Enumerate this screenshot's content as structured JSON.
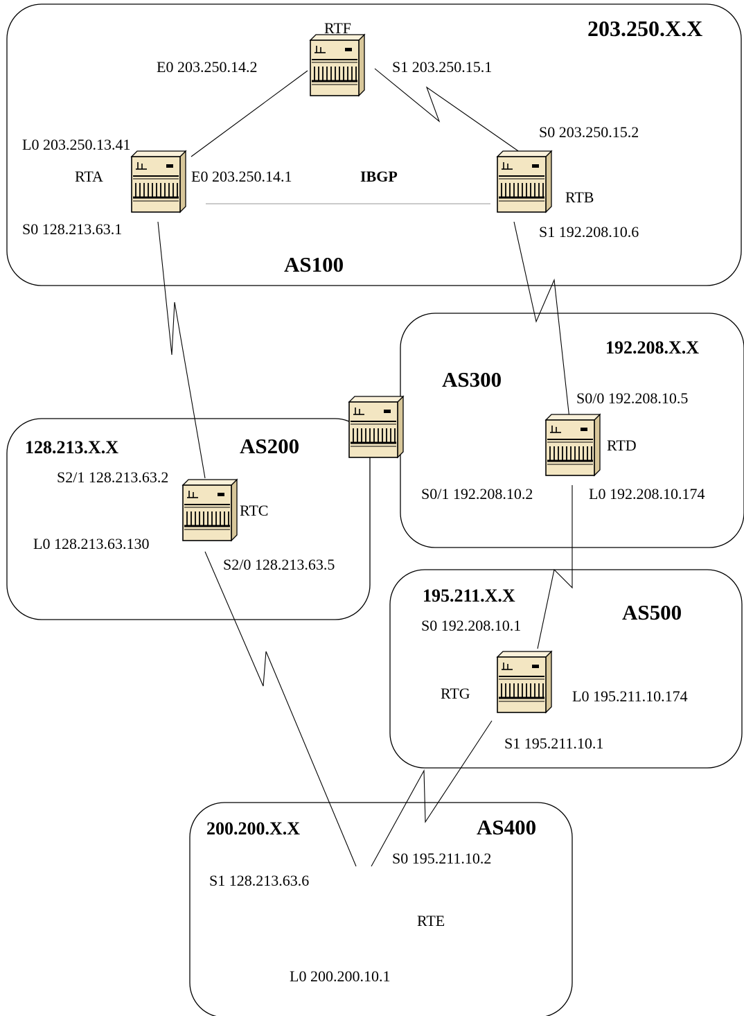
{
  "autonomous_systems": {
    "as100": {
      "name": "AS100",
      "network": "203.250.X.X"
    },
    "as300": {
      "name": "AS300",
      "network": "192.208.X.X"
    },
    "as200": {
      "name": "AS200",
      "network": "128.213.X.X"
    },
    "as500": {
      "name": "AS500",
      "network": "195.211.X.X"
    },
    "as400": {
      "name": "AS400",
      "network": "200.200.X.X"
    }
  },
  "routers": {
    "rtf": {
      "name": "RTF"
    },
    "rta": {
      "name": "RTA"
    },
    "rtb": {
      "name": "RTB"
    },
    "rtd": {
      "name": "RTD"
    },
    "rtc": {
      "name": "RTC"
    },
    "rtg": {
      "name": "RTG"
    },
    "rte": {
      "name": "RTE"
    }
  },
  "interfaces": {
    "rtf_e0": "E0 203.250.14.2",
    "rtf_s1": "S1 203.250.15.1",
    "rta_l0": "L0 203.250.13.41",
    "rta_e0": "E0 203.250.14.1",
    "rta_s0": "S0 128.213.63.1",
    "rtb_s0": "S0 203.250.15.2",
    "rtb_s1": "S1 192.208.10.6",
    "rtd_s00": "S0/0 192.208.10.5",
    "rtd_s01": "S0/1 192.208.10.2",
    "rtd_l0": "L0 192.208.10.174",
    "rtc_s21": "S2/1 128.213.63.2",
    "rtc_l0": "L0 128.213.63.130",
    "rtc_s20": "S2/0 128.213.63.5",
    "rtg_s0": "S0 192.208.10.1",
    "rtg_l0": "L0 195.211.10.174",
    "rtg_s1": "S1 195.211.10.1",
    "rte_s0": "S0 195.211.10.2",
    "rte_s1": "S1 128.213.63.6",
    "rte_l0": "L0 200.200.10.1"
  },
  "session": {
    "ibgp_label": "IBGP"
  },
  "colors": {
    "router_body": "#f3e6c2",
    "router_side": "#d8c79a",
    "router_top": "#faf1da",
    "ibgp_line": "#b8b8b8"
  }
}
